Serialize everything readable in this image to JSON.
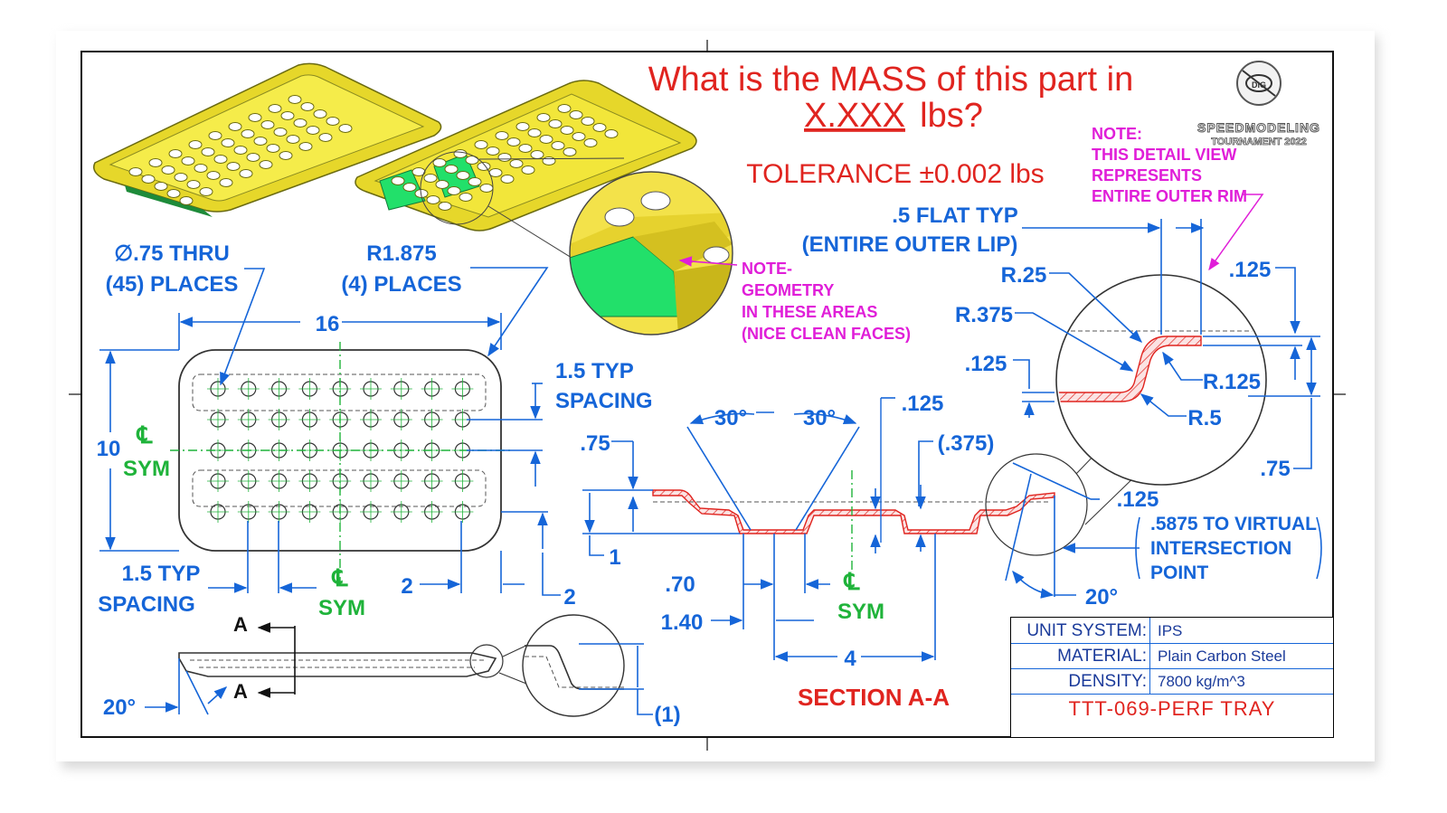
{
  "title": {
    "line1": "What is the MASS of this part in",
    "line2_value": "X.XXX",
    "line2_unit": "lbs?",
    "tolerance": "TOLERANCE ±0.002 lbs"
  },
  "logo": {
    "line1": "SPEEDMODELING",
    "line2": "TOURNAMENT 2022"
  },
  "notes": {
    "rim_note": [
      "NOTE:",
      "THIS DETAIL VIEW",
      "REPRESENTS",
      "ENTIRE OUTER RIM"
    ],
    "geometry_note": [
      "NOTE-",
      "GEOMETRY",
      "IN THESE AREAS",
      "(NICE CLEAN FACES)"
    ]
  },
  "plan_view": {
    "hole_callout": [
      "∅.75 THRU",
      "(45) PLACES"
    ],
    "radius_callout": [
      "R1.875",
      "(4) PLACES"
    ],
    "width": "16",
    "height": "10",
    "row_spacing": [
      "1.5 TYP",
      "SPACING"
    ],
    "col_spacing": [
      "1.5 TYP",
      "SPACING"
    ],
    "centerline_h": [
      "℄",
      "SYM"
    ],
    "centerline_v": [
      "℄",
      "SYM"
    ],
    "edge_x": "2",
    "edge_y": "2",
    "hole_grid": {
      "rows": 5,
      "cols": 9
    }
  },
  "side_view": {
    "draft": "20°",
    "section_label": "A",
    "detail_dim": "(1)"
  },
  "section": {
    "title": "SECTION A-A",
    "angle_left": "30°",
    "angle_right": "30°",
    "d_125": ".125",
    "d_375": "(.375)",
    "d_75": ".75",
    "d_1": "1",
    "d_70": ".70",
    "d_140": "1.40",
    "d_4": "4",
    "centerline": [
      "℄",
      "SYM"
    ],
    "d_125b": ".125",
    "virtual": [
      ".5875 TO VIRTUAL",
      "INTERSECTION",
      "POINT"
    ],
    "draft": "20°"
  },
  "detail": {
    "flat": [
      ".5 FLAT TYP",
      "(ENTIRE OUTER LIP)"
    ],
    "r25": "R.25",
    "r375": "R.375",
    "r125": "R.125",
    "r5": "R.5",
    "t125": ".125",
    "top125": ".125",
    "h75": ".75"
  },
  "title_block": {
    "rows": [
      {
        "label": "UNIT SYSTEM:",
        "value": "IPS"
      },
      {
        "label": "MATERIAL:",
        "value": "Plain Carbon Steel"
      },
      {
        "label": "DENSITY:",
        "value": "7800 kg/m^3"
      }
    ],
    "part_number": "TTT-069-PERF TRAY"
  },
  "colors": {
    "dimension": "#1565d8",
    "centerline": "#1fb33a",
    "note": "#e01ed8",
    "title": "#e0241f",
    "part_yellow": "#f5ec4a",
    "part_green": "#22e06a"
  }
}
